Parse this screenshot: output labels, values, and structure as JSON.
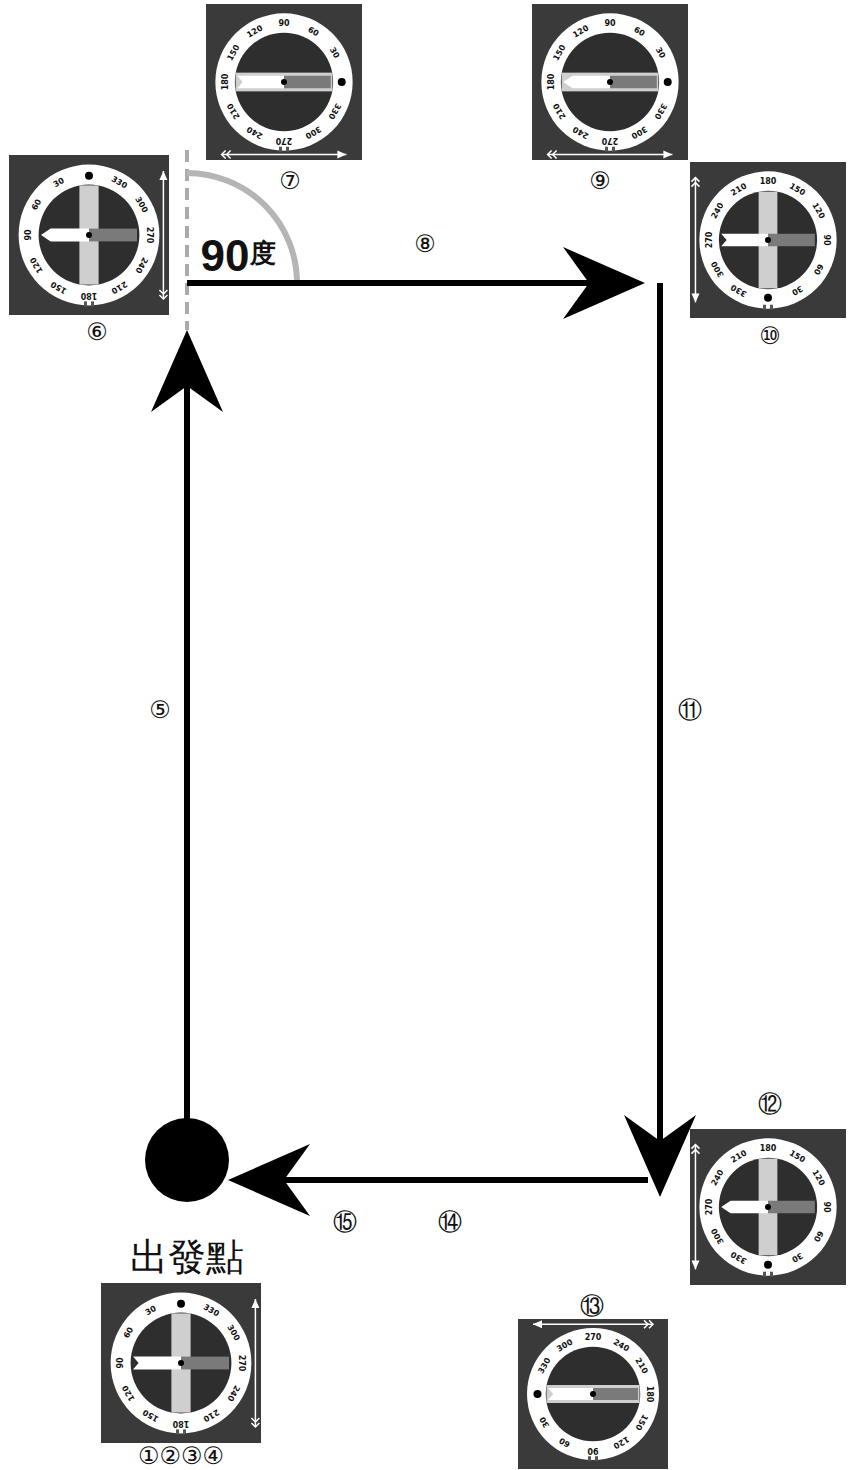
{
  "diagram": {
    "nodes": [
      {
        "text": [
          "出發點"
        ]
      }
    ],
    "labels": [
      "①②③④",
      "⑤",
      "⑥",
      "⑦",
      "⑧",
      "⑨",
      "⑩",
      "⑪",
      "⑫",
      "⑬",
      "⑭",
      "⑮",
      "90",
      "度",
      "30",
      "60",
      "90",
      "120",
      "150",
      "180",
      "210",
      "240",
      "270",
      "300",
      "330",
      "30",
      "60",
      "90",
      "120",
      "150",
      "180",
      "210",
      "240",
      "270",
      "300",
      "330",
      "30",
      "60",
      "90",
      "120",
      "150",
      "180",
      "210",
      "240",
      "270",
      "300",
      "330",
      "30",
      "60",
      "90",
      "120",
      "150",
      "180",
      "210",
      "240",
      "270",
      "300",
      "330",
      "30",
      "60",
      "90",
      "120",
      "150",
      "180",
      "210",
      "240",
      "270",
      "300",
      "330",
      "30",
      "60",
      "90",
      "120",
      "150",
      "180",
      "210",
      "240",
      "270",
      "300",
      "330",
      "30",
      "60",
      "90",
      "120",
      "150",
      "180",
      "210",
      "240",
      "270",
      "300",
      "330"
    ]
  }
}
